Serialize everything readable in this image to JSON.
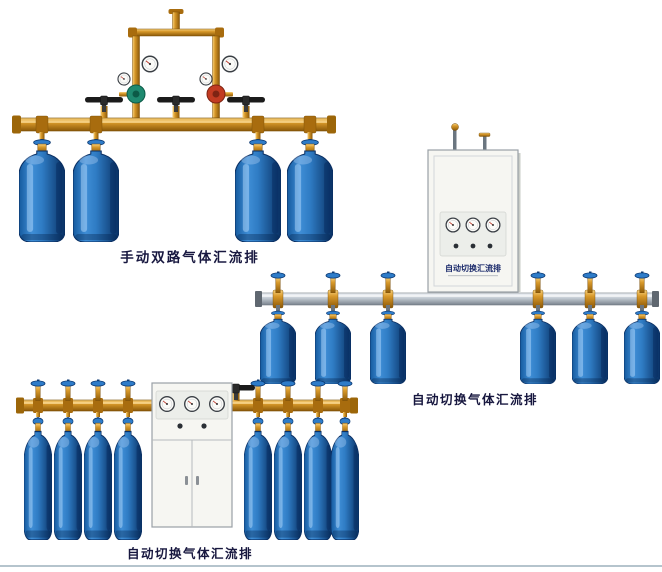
{
  "page": {
    "background": "#ffffff"
  },
  "products": {
    "manual_dual": {
      "caption": "手动双路气体汇流排"
    },
    "auto_switch_cabinet": {
      "caption": "自动切换气体汇流排",
      "cabinet_label": "自动切换汇流排"
    },
    "auto_switch_gauges": {
      "caption": "自动切换气体汇流排"
    }
  },
  "colors": {
    "cylinder_blue": "#2f7cc4",
    "brass": "#d8992a",
    "rail_silver": "#c6ced6",
    "cabinet_white": "#f6f6f2",
    "caption_text": "#17173f"
  }
}
